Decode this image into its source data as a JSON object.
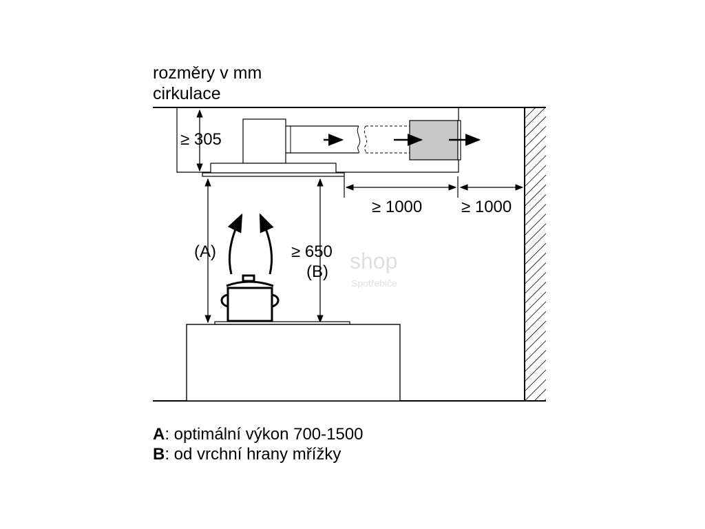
{
  "header": {
    "line1": "rozměry v mm",
    "line2": "cirkulace"
  },
  "dimensions": {
    "height_min": "≥ 305",
    "duct_length": "≥ 1000",
    "wall_gap": "≥ 1000",
    "label_a": "(A)",
    "label_b_value": "≥ 650",
    "label_b": "(B)"
  },
  "legend": [
    {
      "key": "A",
      "text": ": optimální výkon 700-1500"
    },
    {
      "key": "B",
      "text": ": od vrchní hrany mřížky"
    }
  ],
  "watermark": {
    "text": "shop",
    "subtext": "Spotřebiče"
  }
}
